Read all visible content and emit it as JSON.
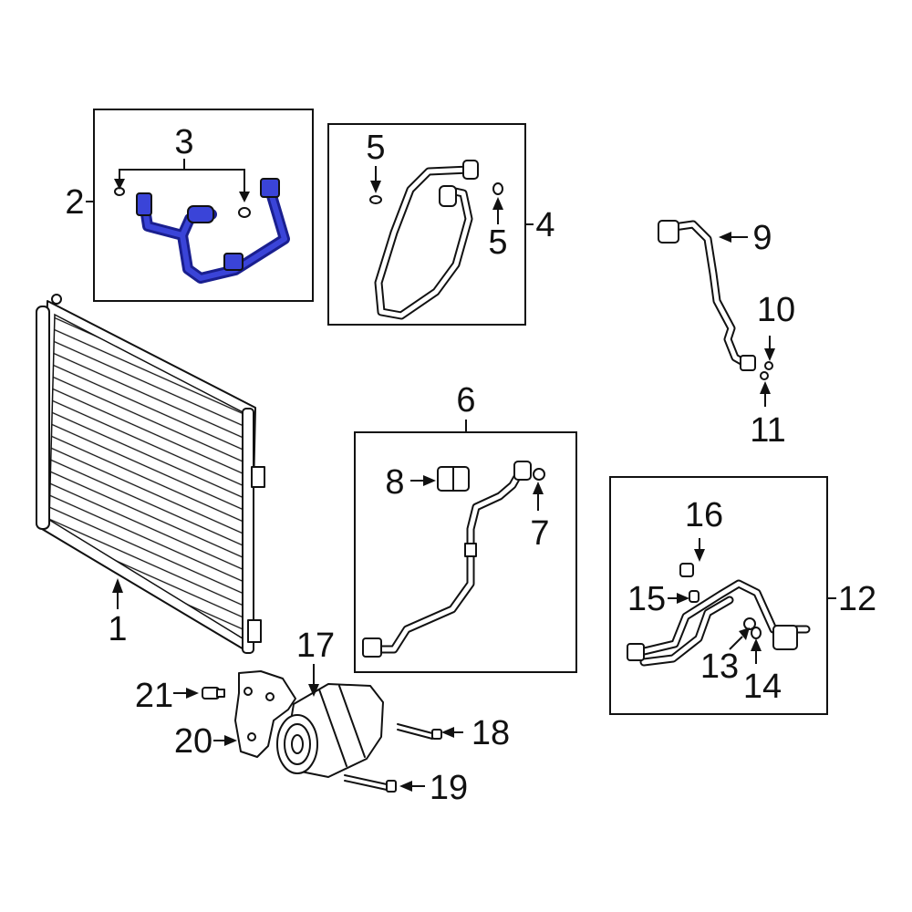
{
  "accent": {
    "highlight": "#3a44d8",
    "line": "#111111"
  },
  "callouts": {
    "c1": "1",
    "c2": "2",
    "c3": "3",
    "c4": "4",
    "c5a": "5",
    "c5b": "5",
    "c6": "6",
    "c7": "7",
    "c8": "8",
    "c9": "9",
    "c10": "10",
    "c11": "11",
    "c12": "12",
    "c13": "13",
    "c14": "14",
    "c15": "15",
    "c16": "16",
    "c17": "17",
    "c18": "18",
    "c19": "19",
    "c20": "20",
    "c21": "21"
  }
}
